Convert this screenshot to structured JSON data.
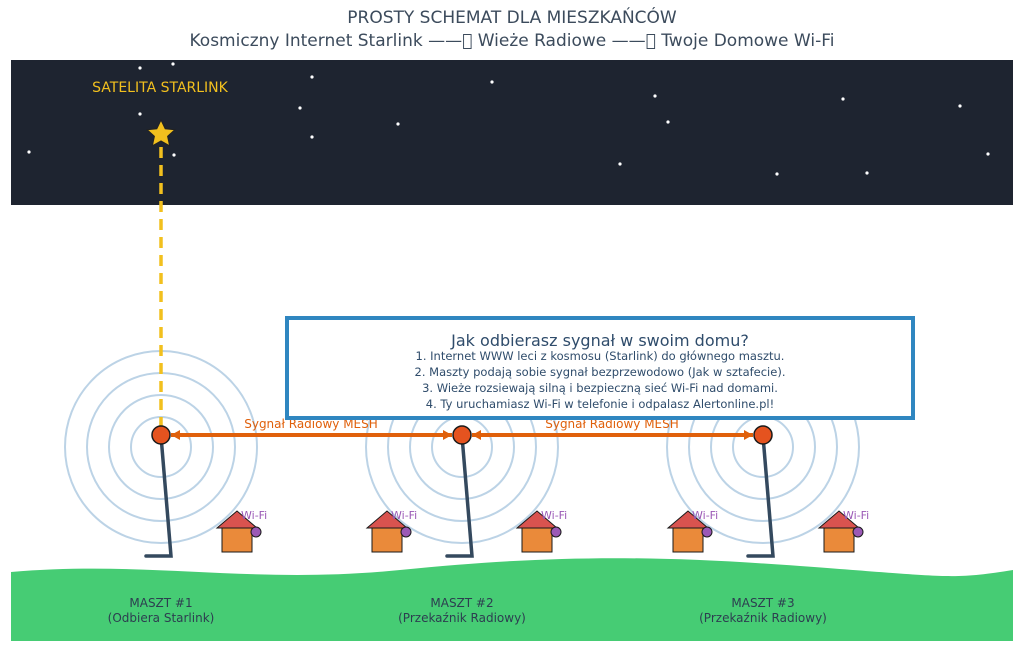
{
  "header": {
    "title": "PROSTY SCHEMAT DLA MIESZKAŃCÓW",
    "subtitle": "Kosmiczny Internet Starlink ——⃞ Wieże Radiowe ——⃞ Twoje Domowe Wi-Fi"
  },
  "satellite": {
    "label": "SATELITA STARLINK",
    "icon": "star-icon"
  },
  "links": [
    {
      "label": "Sygnał Radiowy MESH"
    },
    {
      "label": "Sygnał Radiowy MESH"
    }
  ],
  "masts": [
    {
      "name": "MASZT #1",
      "role": "(Odbiera Starlink)"
    },
    {
      "name": "MASZT #2",
      "role": "(Przekaźnik Radiowy)"
    },
    {
      "name": "MASZT #3",
      "role": "(Przekaźnik Radiowy)"
    }
  ],
  "houses": [
    {
      "wifi_label": "Wi-Fi"
    },
    {
      "wifi_label": "Wi-Fi"
    },
    {
      "wifi_label": "Wi-Fi"
    },
    {
      "wifi_label": "Wi-Fi"
    },
    {
      "wifi_label": "Wi-Fi"
    }
  ],
  "info_box": {
    "title": "Jak odbierasz sygnał w swoim domu?",
    "lines": [
      "1. Internet WWW leci z kosmosu (Starlink) do głównego masztu.",
      "2. Maszty podają sobie sygnał bezprzewodowo (Jak w sztafecie).",
      "3. Wieże rozsiewają silną i bezpieczną sieć Wi-Fi nad domami.",
      "4. Ty uruchamiasz Wi-Fi w telefonie i odpalasz Alertonline.pl!"
    ]
  },
  "colors": {
    "sky": "#1e2430",
    "ground": "#46cc74",
    "satellite_beam": "#f2c01e",
    "mesh_link": "#e0600b",
    "mast_node": "#e5531f",
    "mast_pole": "#34495e",
    "house_roof": "#d9534f",
    "house_body": "#ea8a3a",
    "wifi_dot": "#9b59b6",
    "wave": "#bcd3e6",
    "box_border": "#2f86c0",
    "box_title": "#2f4c6b"
  }
}
